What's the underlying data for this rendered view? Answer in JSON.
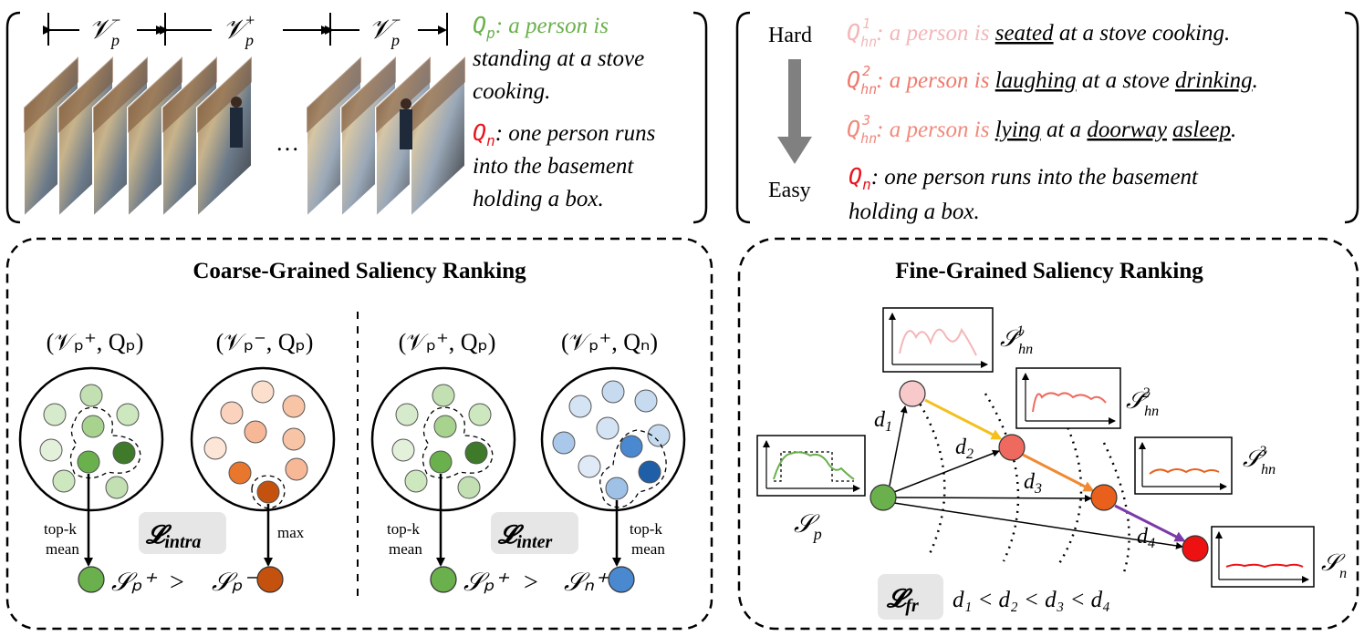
{
  "colors": {
    "qp_green": "#6ab04c",
    "qn_red": "#e8141c",
    "hn1_pink": "#f4b6b8",
    "hn2_salmon": "#ee7b6e",
    "hn3_salmon": "#f08a7d",
    "arrow_gray": "#808080",
    "node_green": "#6ab04c",
    "node_pink": "#f8c9cb",
    "node_salmon": "#ee6a5f",
    "node_orange": "#e8601c",
    "node_red": "#ee1111",
    "node_blue": "#4a88cf",
    "edge_yellow": "#f4c020",
    "edge_orange": "#f08a32",
    "edge_purple": "#7a3aa8",
    "label_bg": "#e6e6e6"
  },
  "top_left": {
    "seg_neg": "𝒱",
    "seg_pos": "𝒱",
    "sub_p": "p",
    "sup_minus": "−",
    "sup_plus": "+",
    "ellipsis": "…",
    "qp_symbol": "Q",
    "qp_sub": "p",
    "qp_text_line1": ": a person is",
    "qp_text_line2": "standing at a stove",
    "qp_text_line3": "cooking.",
    "qn_symbol": "Q",
    "qn_sub": "n",
    "qn_text_line1": ": one person runs",
    "qn_text_line2": "into the basement",
    "qn_text_line3": "holding a box."
  },
  "top_right": {
    "hard_label": "Hard",
    "easy_label": "Easy",
    "items": [
      {
        "sym": "Q",
        "sub": "hn",
        "sup": "1",
        "pre": ": a person is ",
        "u1": "seated",
        "mid1": " at a stove cooking.",
        "u2": "",
        "mid2": "",
        "u3": "",
        "end": ""
      },
      {
        "sym": "Q",
        "sub": "hn",
        "sup": "2",
        "pre": ": a person is ",
        "u1": "laughing",
        "mid1": " at a stove ",
        "u2": "drinking",
        "mid2": ".",
        "u3": "",
        "end": ""
      },
      {
        "sym": "Q",
        "sub": "hn",
        "sup": "3",
        "pre": ": a person is ",
        "u1": "lying",
        "mid1": " at a ",
        "u2": "doorway",
        "mid2": " ",
        "u3": "asleep",
        "end": "."
      }
    ],
    "qn_symbol": "Q",
    "qn_sub": "n",
    "qn_line1": ": one person runs into the basement",
    "qn_line2": "holding a box."
  },
  "coarse": {
    "title": "Coarse-Grained Saliency Ranking",
    "pair1": "(𝒱ₚ⁺, Qₚ)",
    "pair2": "(𝒱ₚ⁻, Qₚ)",
    "pair3": "(𝒱ₚ⁺, Qₚ)",
    "pair4": "(𝒱ₚ⁺, Qₙ)",
    "label_topk_mean_1a": "top-k",
    "label_topk_mean_1b": "mean",
    "label_max": "max",
    "label_topk_mean_2a": "top-k",
    "label_topk_mean_2b": "mean",
    "label_topk_mean_3a": "top-k",
    "label_topk_mean_3b": "mean",
    "loss_intra": "𝓛",
    "loss_intra_sub": "intra",
    "loss_inter": "𝓛",
    "loss_inter_sub": "inter",
    "cmp1_left": "𝒮ₚ⁺",
    "cmp1_op": ">",
    "cmp1_right": "𝒮ₚ⁻",
    "cmp2_left": "𝒮ₚ⁺",
    "cmp2_op": ">",
    "cmp2_right": "𝒮ₙ⁺"
  },
  "fine": {
    "title": "Fine-Grained Saliency Ranking",
    "s_hn1": "𝒮",
    "s_hn1_sub": "hn",
    "s_hn1_sup": "1",
    "s_hn2": "𝒮",
    "s_hn2_sub": "hn",
    "s_hn2_sup": "2",
    "s_hn3": "𝒮",
    "s_hn3_sub": "hn",
    "s_hn3_sup": "3",
    "s_p": "𝒮",
    "s_p_sub": "p",
    "s_n": "𝒮",
    "s_n_sub": "n",
    "d1": "d",
    "d1_sub": "1",
    "d2": "d",
    "d2_sub": "2",
    "d3": "d",
    "d3_sub": "3",
    "d4": "d",
    "d4_sub": "4",
    "loss_fr": "𝓛",
    "loss_fr_sub": "fr",
    "ineq": "d₁ < d₂ < d₃ < d₄"
  }
}
